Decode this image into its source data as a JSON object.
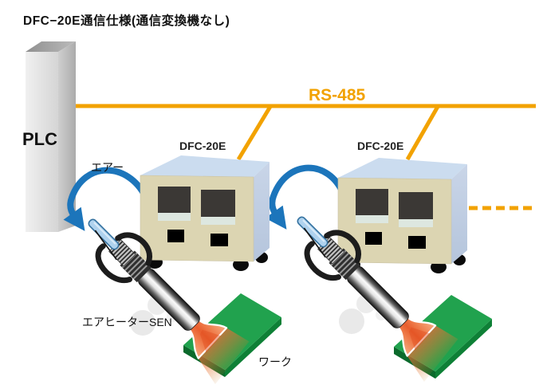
{
  "title": "DFC−20E通信仕様(通信変換機なし)",
  "plc": {
    "label": "PLC"
  },
  "bus": {
    "label": "RS-485"
  },
  "controllers": [
    {
      "label": "DFC-20E"
    },
    {
      "label": "DFC-20E"
    }
  ],
  "labels": {
    "air": "エアー",
    "air_heater": "エアヒーターSEN",
    "work": "ワーク"
  },
  "colors": {
    "bus_orange": "#F2A200",
    "arrow_blue": "#1C75BB",
    "controller_front": "#DCD5B2",
    "controller_top": "#CBDCEF",
    "pcb_green": "#21A24E",
    "plc_gray": "#E0E0E0"
  }
}
